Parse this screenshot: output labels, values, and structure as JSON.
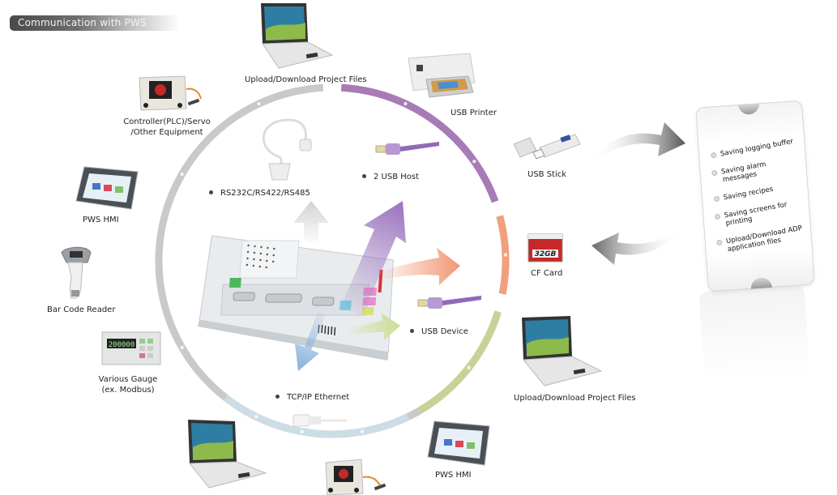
{
  "header": {
    "title": "Communication with PWS"
  },
  "colors": {
    "ring_serial": "#c9c9c9",
    "ring_usb_host": "#a77bb5",
    "ring_cf": "#f0a07e",
    "ring_usb_device": "#c7d396",
    "ring_ethernet": "#cddde6",
    "arrow_serial": "#d4d4d4",
    "arrow_usb_host": "#9e79c0",
    "arrow_cf": "#f19a77",
    "arrow_usb_device": "#cbdc8f",
    "arrow_ethernet": "#8fb6de"
  },
  "center": {
    "name": "PWS HMI (rear view)",
    "interfaces": [
      {
        "id": "serial",
        "label": "RS232C/RS422/RS485",
        "icon": "serial-cable-icon"
      },
      {
        "id": "usb_host",
        "label": "2 USB Host",
        "icon": "usb-cable-icon"
      },
      {
        "id": "usb_device",
        "label": "USB Device",
        "icon": "usb-cable-icon"
      },
      {
        "id": "ethernet",
        "label": "TCP/IP Ethernet",
        "icon": "rj45-connector-icon"
      }
    ]
  },
  "devices": {
    "laptop_top": {
      "label": "Upload/Download Project Files",
      "icon": "laptop-icon"
    },
    "usb_printer": {
      "label": "USB Printer",
      "icon": "printer-icon"
    },
    "usb_stick": {
      "label": "USB Stick",
      "icon": "usb-stick-icon"
    },
    "cf_card": {
      "label": "CF Card",
      "icon": "cf-card-icon",
      "capacity": "32GB"
    },
    "laptop_right": {
      "label": "Upload/Download Project Files",
      "icon": "laptop-icon"
    },
    "pws_hmi_bottom": {
      "label": "PWS HMI",
      "icon": "hmi-panel-icon"
    },
    "controller_bottom": {
      "label": "",
      "icon": "controller-icon"
    },
    "laptop_bottom": {
      "label": "",
      "icon": "laptop-icon"
    },
    "controller_top": {
      "label_line1": "Controller(PLC)/Servo",
      "label_line2": "/Other Equipment",
      "icon": "controller-icon"
    },
    "pws_hmi_left": {
      "label": "PWS HMI",
      "icon": "hmi-panel-icon"
    },
    "barcode": {
      "label": "Bar Code Reader",
      "icon": "barcode-scanner-icon"
    },
    "gauge": {
      "label_line1": "Various Gauge",
      "label_line2": "(ex. Modbus)",
      "icon": "gauge-icon",
      "display": "200000"
    }
  },
  "storage_panel": {
    "items": [
      "Saving logging buffer",
      "Saving alarm messages",
      "Saving recipes",
      "Saving screens for printing",
      "Upload/Download ADP application files"
    ]
  }
}
